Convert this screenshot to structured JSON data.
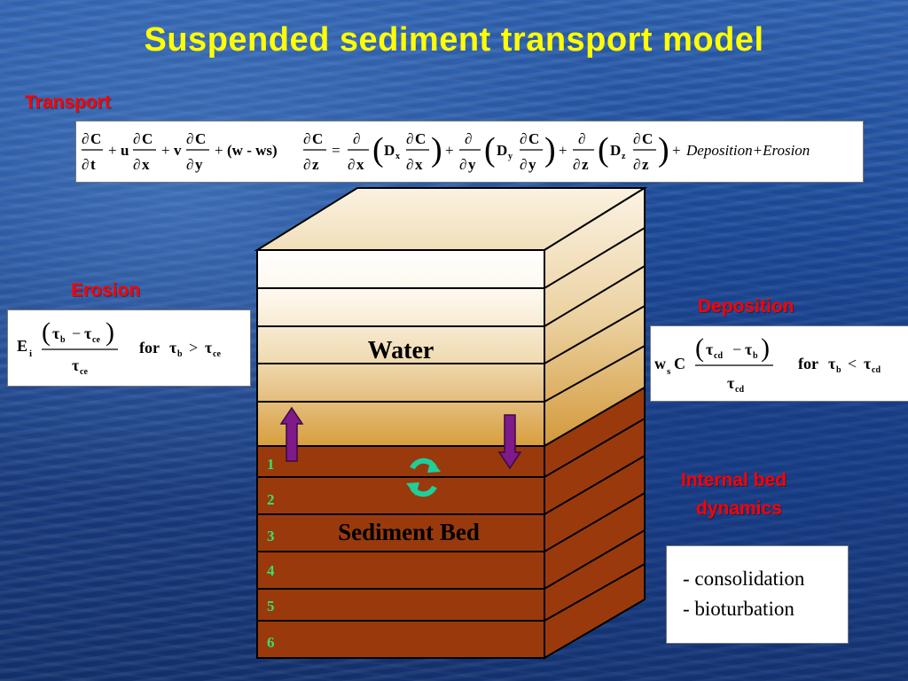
{
  "title": "Suspended sediment transport model",
  "sections": {
    "transport": "Transport",
    "erosion": "Erosion",
    "deposition": "Deposition",
    "internal_bed_line1": "Internal bed",
    "internal_bed_line2": "dynamics"
  },
  "equations": {
    "transport": {
      "C": "C",
      "t": "t",
      "x": "x",
      "y": "y",
      "z": "z",
      "u": "u",
      "v": "v",
      "w_ws": "(w - ws)",
      "D": "D",
      "tail": "Deposition+Erosion"
    },
    "erosion": {
      "E": "E",
      "E_sub": "i",
      "tau": "τ",
      "b": "b",
      "ce": "ce",
      "condition": "for"
    },
    "deposition": {
      "w": "w",
      "w_sub": "s",
      "C": "C",
      "tau": "τ",
      "b": "b",
      "cd": "cd",
      "condition": "for"
    }
  },
  "diagram": {
    "water_label": "Water",
    "bed_label": "Sediment Bed",
    "layer_numbers": [
      "1",
      "2",
      "3",
      "4",
      "5",
      "6"
    ]
  },
  "bed_processes": [
    "- consolidation",
    "- bioturbation"
  ],
  "colors": {
    "title": "#ffff00",
    "section_label": "#ff0000",
    "sediment": "#9a3a0c",
    "arrow": "#7e1a8a",
    "cycle": "#1fcf9a",
    "layer_number": "#38e06a"
  }
}
